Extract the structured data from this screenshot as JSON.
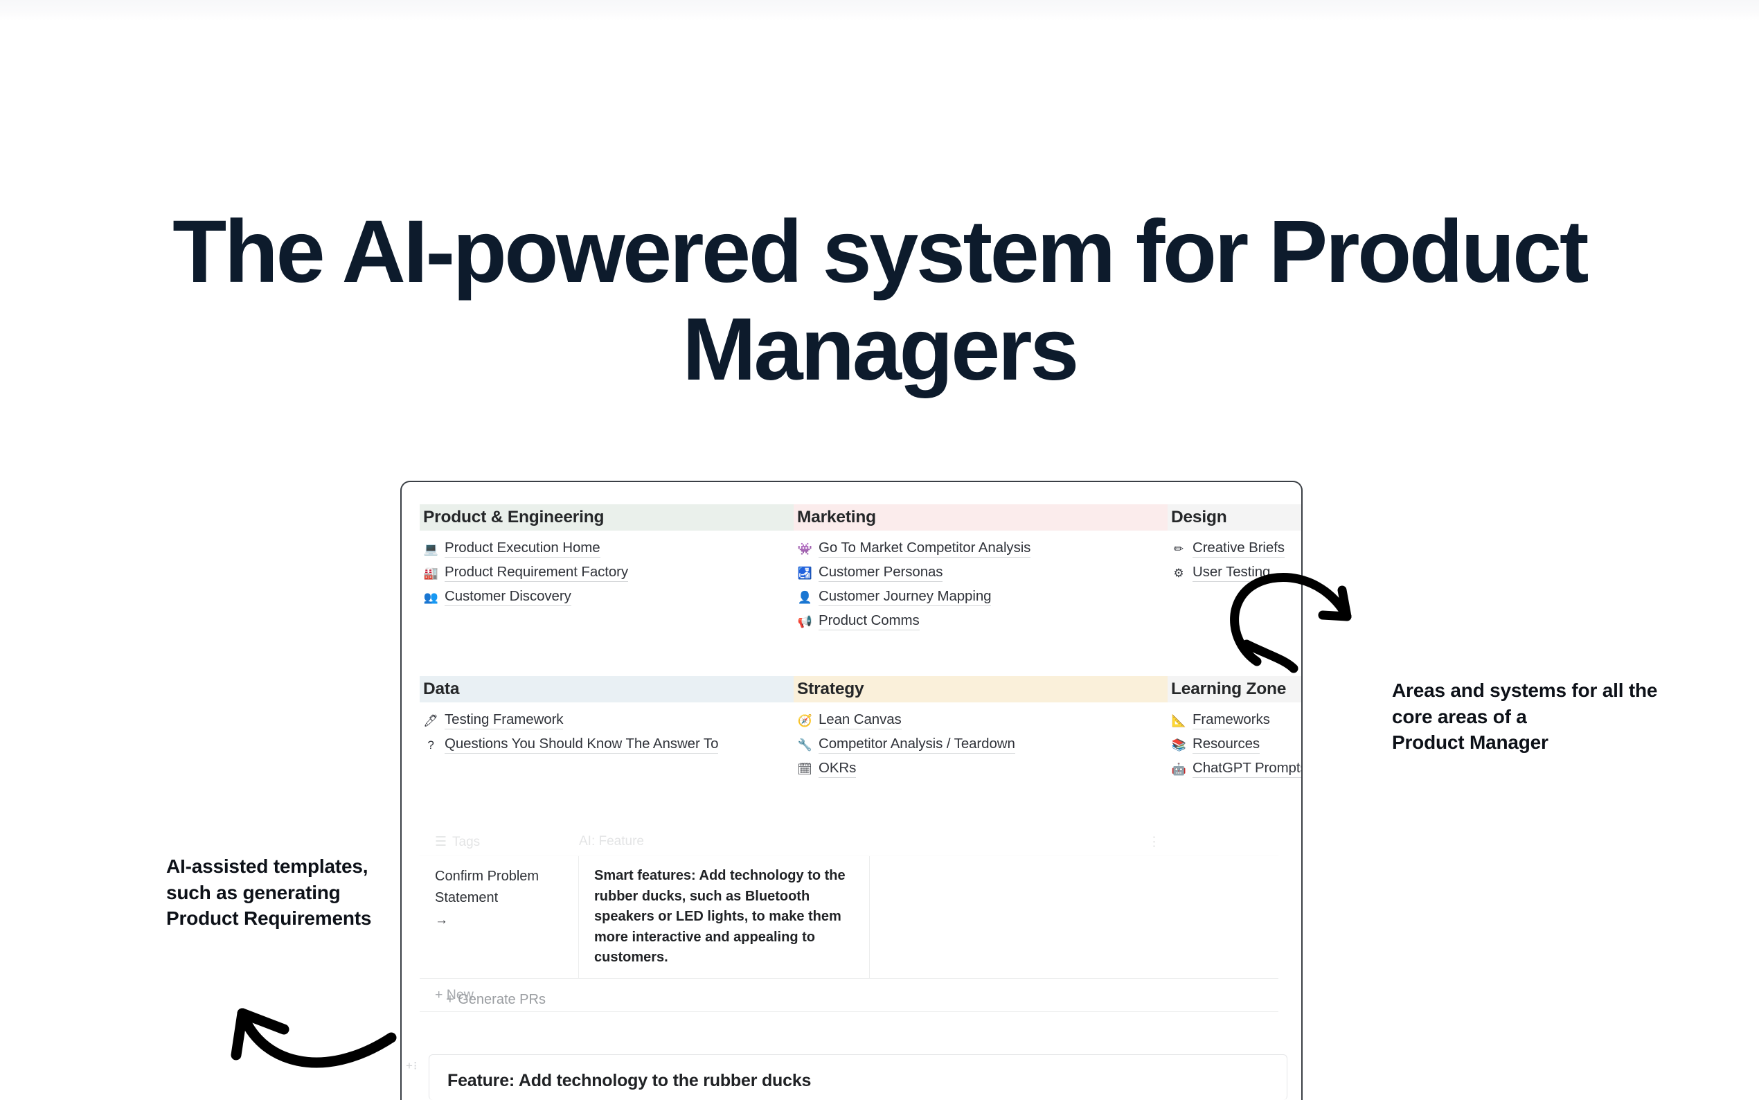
{
  "headline": "The AI-powered system for Product Managers",
  "colors": {
    "headline": "#0d1b2c",
    "product_engineering": "#eaf0eb",
    "marketing": "#fbecec",
    "design": "#f4f4f4",
    "data": "#e9f0f4",
    "strategy": "#faf0da",
    "learning_zone": "#f4f4f4"
  },
  "sections": [
    {
      "key": "product-engineering",
      "title": "Product & Engineering",
      "items": [
        {
          "icon": "laptop-icon",
          "glyph": "💻",
          "label": "Product Execution Home"
        },
        {
          "icon": "factory-icon",
          "glyph": "🏭",
          "label": "Product Requirement Factory"
        },
        {
          "icon": "people-group-icon",
          "glyph": "👥",
          "label": "Customer Discovery"
        }
      ]
    },
    {
      "key": "marketing",
      "title": "Marketing",
      "items": [
        {
          "icon": "alien-monster-icon",
          "glyph": "👾",
          "label": "Go To Market Competitor Analysis"
        },
        {
          "icon": "person-circle-icon",
          "glyph": "🛃",
          "label": "Customer Personas"
        },
        {
          "icon": "podium-icon",
          "glyph": "👤",
          "label": "Customer Journey Mapping"
        },
        {
          "icon": "megaphone-icon",
          "glyph": "📢",
          "label": "Product Comms"
        }
      ]
    },
    {
      "key": "design",
      "title": "Design",
      "items": [
        {
          "icon": "pencil-icon",
          "glyph": "✏",
          "label": "Creative Briefs"
        },
        {
          "icon": "gear-icon",
          "glyph": "⚙",
          "label": "User Testing"
        }
      ]
    },
    {
      "key": "data",
      "title": "Data",
      "items": [
        {
          "icon": "pen-icon",
          "glyph": "🖊",
          "label": "Testing Framework"
        },
        {
          "icon": "question-mark-icon",
          "glyph": "?",
          "label": "Questions You Should Know The Answer To"
        }
      ]
    },
    {
      "key": "strategy",
      "title": "Strategy",
      "items": [
        {
          "icon": "compass-icon",
          "glyph": "🧭",
          "label": "Lean Canvas"
        },
        {
          "icon": "wrench-icon",
          "glyph": "🔧",
          "label": "Competitor Analysis / Teardown"
        },
        {
          "icon": "calendar-icon",
          "glyph": "🗓",
          "label": "OKRs"
        }
      ]
    },
    {
      "key": "learning-zone",
      "title": "Learning Zone",
      "items": [
        {
          "icon": "triangle-ruler-icon",
          "glyph": "📐",
          "label": "Frameworks"
        },
        {
          "icon": "books-icon",
          "glyph": "📚",
          "label": "Resources"
        },
        {
          "icon": "robot-icon",
          "glyph": "🤖",
          "label": "ChatGPT Prompts"
        }
      ]
    }
  ],
  "table": {
    "headers": {
      "tags": "Tags",
      "ai_feature": "AI: Feature",
      "more": "⋮"
    },
    "row": {
      "tags": "Confirm Problem Statement",
      "arrow": "→",
      "ai_feature": "Smart features: Add technology to the rubber ducks, such as Bluetooth speakers or LED lights, to make them more interactive and appealing to customers."
    },
    "new_label": "+  New"
  },
  "generate_prs": "+  Generate PRs",
  "feature_card": {
    "title": "Feature: Add technology to the rubber ducks"
  },
  "annotations": {
    "left": "AI-assisted templates, such as generating Product Requirements",
    "right": "Areas and systems for all the\ncore areas of a\nProduct Manager"
  }
}
